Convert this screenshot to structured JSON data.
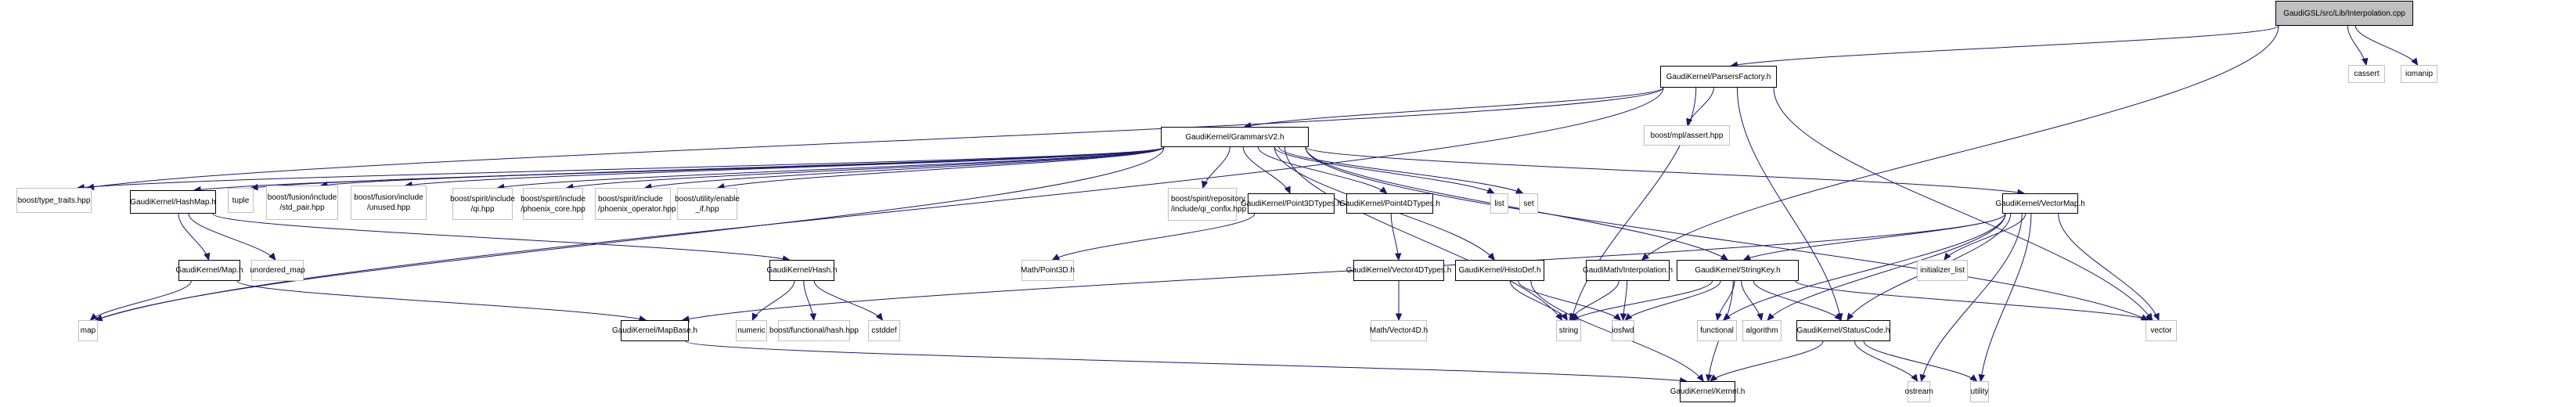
{
  "title": "GaudiGSL/src/Lib/Interpolation.cpp include dependency graph",
  "colors": {
    "edge": "#191970",
    "root_fill": "#bfbfbf",
    "local_border": "#000000",
    "system_border": "#bfbfbf"
  },
  "nodes": [
    {
      "id": "root",
      "label": "GaudiGSL/src/Lib/Interpolation.cpp",
      "kind": "root"
    },
    {
      "id": "cassert",
      "label": "cassert",
      "kind": "sys"
    },
    {
      "id": "iomanip",
      "label": "iomanip",
      "kind": "sys"
    },
    {
      "id": "parsersfactory",
      "label": "GaudiKernel/ParsersFactory.h",
      "kind": "local"
    },
    {
      "id": "mplassert",
      "label": "boost/mpl/assert.hpp",
      "kind": "sys"
    },
    {
      "id": "grammars",
      "label": "GaudiKernel/GrammarsV2.h",
      "kind": "local"
    },
    {
      "id": "typetraits",
      "label": "boost/type_traits.hpp",
      "kind": "sys"
    },
    {
      "id": "hashmap",
      "label": "GaudiKernel/HashMap.h",
      "kind": "local"
    },
    {
      "id": "tuple",
      "label": "tuple",
      "kind": "sys"
    },
    {
      "id": "stdpair",
      "label": "boost/fusion/include\n/std_pair.hpp",
      "kind": "sys"
    },
    {
      "id": "unused",
      "label": "boost/fusion/include\n/unused.hpp",
      "kind": "sys"
    },
    {
      "id": "qi",
      "label": "boost/spirit/include\n/qi.hpp",
      "kind": "sys"
    },
    {
      "id": "phoenixcore",
      "label": "boost/spirit/include\n/phoenix_core.hpp",
      "kind": "sys"
    },
    {
      "id": "phoenixop",
      "label": "boost/spirit/include\n/phoenix_operator.hpp",
      "kind": "sys"
    },
    {
      "id": "enableif",
      "label": "boost/utility/enable\n_if.hpp",
      "kind": "sys"
    },
    {
      "id": "qiconfix",
      "label": "boost/spirit/repository\n/include/qi_confix.hpp",
      "kind": "sys"
    },
    {
      "id": "point3d",
      "label": "GaudiKernel/Point3DTypes.h",
      "kind": "local"
    },
    {
      "id": "point4d",
      "label": "GaudiKernel/Point4DTypes.h",
      "kind": "local"
    },
    {
      "id": "list",
      "label": "list",
      "kind": "sys"
    },
    {
      "id": "set",
      "label": "set",
      "kind": "sys"
    },
    {
      "id": "vectormap",
      "label": "GaudiKernel/VectorMap.h",
      "kind": "local"
    },
    {
      "id": "maph",
      "label": "GaudiKernel/Map.h",
      "kind": "local"
    },
    {
      "id": "unorderedmap",
      "label": "unordered_map",
      "kind": "sys"
    },
    {
      "id": "hashh",
      "label": "GaudiKernel/Hash.h",
      "kind": "local"
    },
    {
      "id": "mathpoint3d",
      "label": "Math/Point3D.h",
      "kind": "sys"
    },
    {
      "id": "vector4dtypes",
      "label": "GaudiKernel/Vector4DTypes.h",
      "kind": "local"
    },
    {
      "id": "histodef",
      "label": "GaudiKernel/HistoDef.h",
      "kind": "local"
    },
    {
      "id": "interph",
      "label": "GaudiMath/Interpolation.h",
      "kind": "local"
    },
    {
      "id": "stringkey",
      "label": "GaudiKernel/StringKey.h",
      "kind": "local"
    },
    {
      "id": "initlist",
      "label": "initializer_list",
      "kind": "sys"
    },
    {
      "id": "map",
      "label": "map",
      "kind": "sys"
    },
    {
      "id": "mapbase",
      "label": "GaudiKernel/MapBase.h",
      "kind": "local"
    },
    {
      "id": "numeric",
      "label": "numeric",
      "kind": "sys"
    },
    {
      "id": "boosthash",
      "label": "boost/functional/hash.hpp",
      "kind": "sys"
    },
    {
      "id": "cstddef",
      "label": "cstddef",
      "kind": "sys"
    },
    {
      "id": "mathvector4d",
      "label": "Math/Vector4D.h",
      "kind": "sys"
    },
    {
      "id": "string",
      "label": "string",
      "kind": "sys"
    },
    {
      "id": "iosfwd",
      "label": "iosfwd",
      "kind": "sys"
    },
    {
      "id": "functional",
      "label": "functional",
      "kind": "sys"
    },
    {
      "id": "algorithm",
      "label": "algorithm",
      "kind": "sys"
    },
    {
      "id": "statuscode",
      "label": "GaudiKernel/StatusCode.h",
      "kind": "local"
    },
    {
      "id": "vector",
      "label": "vector",
      "kind": "sys"
    },
    {
      "id": "kernelh",
      "label": "GaudiKernel/Kernel.h",
      "kind": "local"
    },
    {
      "id": "ostream",
      "label": "ostream",
      "kind": "sys"
    },
    {
      "id": "utility",
      "label": "utility",
      "kind": "sys"
    }
  ],
  "edges": [
    [
      "root",
      "parsersfactory"
    ],
    [
      "root",
      "interph"
    ],
    [
      "root",
      "cassert"
    ],
    [
      "root",
      "iomanip"
    ],
    [
      "parsersfactory",
      "mplassert"
    ],
    [
      "parsersfactory",
      "grammars"
    ],
    [
      "parsersfactory",
      "typetraits"
    ],
    [
      "parsersfactory",
      "map"
    ],
    [
      "parsersfactory",
      "string"
    ],
    [
      "parsersfactory",
      "vector"
    ],
    [
      "parsersfactory",
      "statuscode"
    ],
    [
      "grammars",
      "typetraits"
    ],
    [
      "grammars",
      "hashmap"
    ],
    [
      "grammars",
      "tuple"
    ],
    [
      "grammars",
      "stdpair"
    ],
    [
      "grammars",
      "unused"
    ],
    [
      "grammars",
      "qi"
    ],
    [
      "grammars",
      "phoenixcore"
    ],
    [
      "grammars",
      "phoenixop"
    ],
    [
      "grammars",
      "enableif"
    ],
    [
      "grammars",
      "qiconfix"
    ],
    [
      "grammars",
      "point3d"
    ],
    [
      "grammars",
      "point4d"
    ],
    [
      "grammars",
      "list"
    ],
    [
      "grammars",
      "set"
    ],
    [
      "grammars",
      "vectormap"
    ],
    [
      "grammars",
      "map"
    ],
    [
      "grammars",
      "string"
    ],
    [
      "grammars",
      "vector"
    ],
    [
      "grammars",
      "histodef"
    ],
    [
      "grammars",
      "stringkey"
    ],
    [
      "hashmap",
      "maph"
    ],
    [
      "hashmap",
      "unorderedmap"
    ],
    [
      "hashmap",
      "hashh"
    ],
    [
      "maph",
      "map"
    ],
    [
      "maph",
      "mapbase"
    ],
    [
      "hashh",
      "numeric"
    ],
    [
      "hashh",
      "boosthash"
    ],
    [
      "hashh",
      "cstddef"
    ],
    [
      "point3d",
      "mathpoint3d"
    ],
    [
      "point4d",
      "vector4dtypes"
    ],
    [
      "vector4dtypes",
      "mathvector4d"
    ],
    [
      "vectormap",
      "mapbase"
    ],
    [
      "vectormap",
      "stringkey"
    ],
    [
      "vectormap",
      "initlist"
    ],
    [
      "vectormap",
      "functional"
    ],
    [
      "vectormap",
      "algorithm"
    ],
    [
      "vectormap",
      "statuscode"
    ],
    [
      "vectormap",
      "vector"
    ],
    [
      "vectormap",
      "ostream"
    ],
    [
      "vectormap",
      "utility"
    ],
    [
      "histodef",
      "string"
    ],
    [
      "histodef",
      "iosfwd"
    ],
    [
      "histodef",
      "kernelh"
    ],
    [
      "interph",
      "string"
    ],
    [
      "interph",
      "iosfwd"
    ],
    [
      "stringkey",
      "string"
    ],
    [
      "stringkey",
      "iosfwd"
    ],
    [
      "stringkey",
      "functional"
    ],
    [
      "stringkey",
      "algorithm"
    ],
    [
      "stringkey",
      "statuscode"
    ],
    [
      "stringkey",
      "vector"
    ],
    [
      "stringkey",
      "kernelh"
    ],
    [
      "mapbase",
      "kernelh"
    ],
    [
      "statuscode",
      "kernelh"
    ],
    [
      "statuscode",
      "ostream"
    ],
    [
      "statuscode",
      "utility"
    ]
  ]
}
